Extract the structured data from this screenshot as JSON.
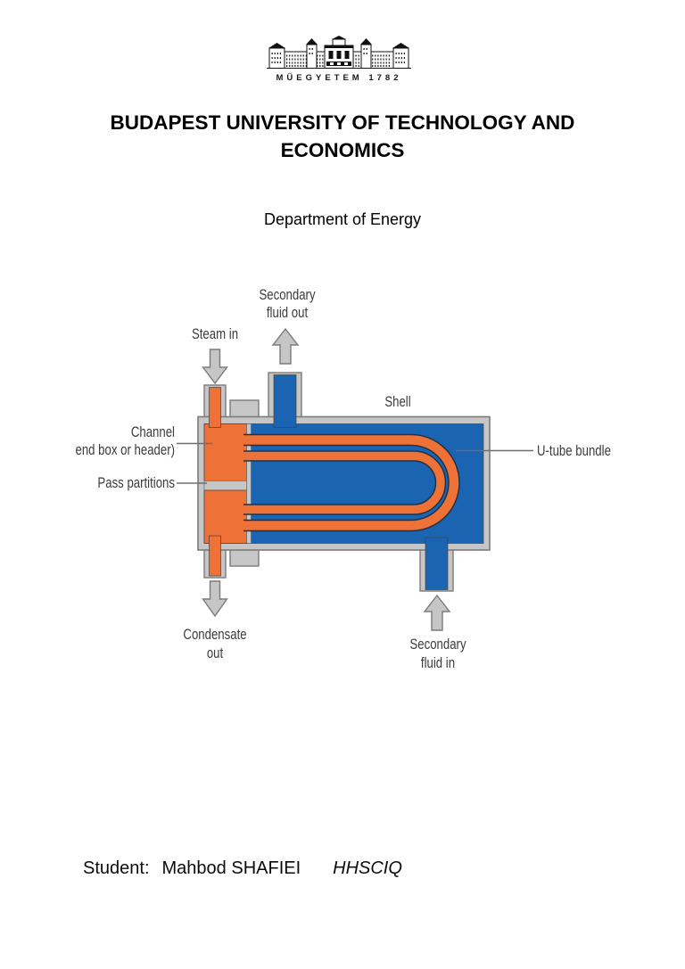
{
  "header": {
    "logo_caption": "MŰEGYETEM 1782",
    "title_line1": "BUDAPEST UNIVERSITY OF TECHNOLOGY AND",
    "title_line2": "ECONOMICS",
    "subtitle": "Department of Energy"
  },
  "diagram": {
    "type": "u-tube shell-and-tube heat exchanger schematic",
    "labels": {
      "steam_in": "Steam in",
      "secondary_fluid_out_l1": "Secondary",
      "secondary_fluid_out_l2": "fluid out",
      "shell": "Shell",
      "channel_l1": "Channel",
      "channel_l2": "(end box or header)",
      "pass_partitions": "Pass partitions",
      "u_tube_bundle": "U-tube bundle",
      "condensate_out_l1": "Condensate",
      "condensate_out_l2": "out",
      "secondary_fluid_in_l1": "Secondary",
      "secondary_fluid_in_l2": "fluid in"
    },
    "colors": {
      "hot_side_orange": "#ee7137",
      "cold_side_blue": "#1a64b2",
      "metal_grey": "#c6c6c6",
      "outline_grey": "#7b7b7b",
      "tube_outline": "#1f3347",
      "pipe_outline": "#44443f",
      "label_text": "#3b3b3b"
    }
  },
  "footer": {
    "student_label": "Student:",
    "student_name": "Mahbod SHAFIEI",
    "student_code": "HHSCIQ"
  }
}
